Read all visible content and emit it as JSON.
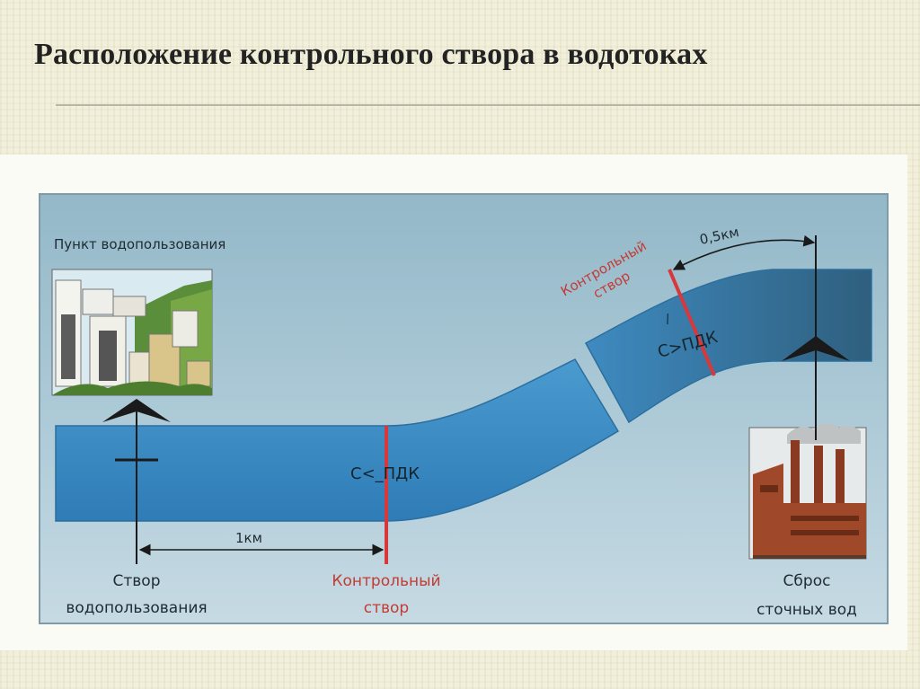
{
  "slide": {
    "title": "Расположение контрольного створа в водотоках"
  },
  "diagram": {
    "water_use_point_label": "Пункт водопользования",
    "distance_left": "1км",
    "distance_right": "0,5км",
    "condition_left": "С<_ПДК",
    "condition_right": "С>ПДК",
    "condition_right_mark": "/",
    "control_section_right": [
      "Контрольный",
      "створ"
    ],
    "water_use_section": [
      "Створ",
      "водопользования"
    ],
    "control_section_bottom": [
      "Контрольный",
      "створ"
    ],
    "wastewater_discharge": [
      "Сброс",
      "сточных вод"
    ],
    "colors": {
      "river": "#3f90c6",
      "river_dark": "#377fb0",
      "background": "#a9c6d4",
      "control_line": "#d8383a",
      "control_text": "#c33b34",
      "arrow": "#1a1a1a"
    },
    "icons": [
      "city-buildings-icon",
      "factory-icon"
    ]
  }
}
